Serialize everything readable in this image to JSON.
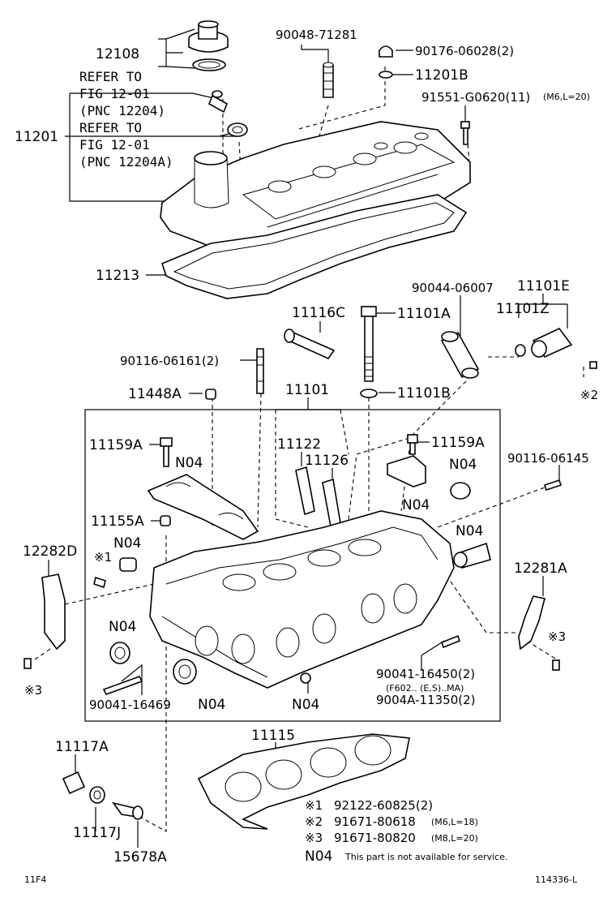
{
  "diagram": {
    "frame_code": "11F4",
    "figure_number": "114336-L",
    "labels": {
      "p12108": "12108",
      "refer1_a": "REFER TO",
      "refer1_b": "FIG 12-01",
      "refer1_c": "(PNC 12204)",
      "refer2_a": "REFER TO",
      "refer2_b": "FIG 12-01",
      "refer2_c": "(PNC 12204A)",
      "p11201": "11201",
      "p90048": "90048-71281",
      "p90176": "90176-06028(2)",
      "p11201b": "11201B",
      "p91551": "91551-G0620(11)",
      "p91551_note": "(M6,L=20)",
      "p11213": "11213",
      "p11101e": "11101E",
      "p90044": "90044-06007",
      "p11101z": "11101Z",
      "p11116c": "11116C",
      "p11101a": "11101A",
      "p90116_a": "90116-06161(2)",
      "p11448a": "11448A",
      "p11101": "11101",
      "p11101b": "11101B",
      "note2_left": "※2",
      "p11159a_l": "11159A",
      "p11122": "11122",
      "p11159a_r": "11159A",
      "n04_a": "N04",
      "p11126": "11126",
      "n04_b": "N04",
      "p90116_b": "90116-06145",
      "n04_c": "N04",
      "p11155a": "11155A",
      "n04_d": "N04",
      "n04_e": "N04",
      "p12282d": "12282D",
      "note1": "※1",
      "p12281a": "12281A",
      "n04_f": "N04",
      "note3_r": "※3",
      "note3_l": "※3",
      "p90041_a": "90041-16450(2)",
      "p90041_a_note": "(F602.. (E,S)..MA)",
      "p9004a": "9004A-11350(2)",
      "p90041_b": "90041-16469",
      "n04_g": "N04",
      "n04_h": "N04",
      "p11117a": "11117A",
      "p11115": "11115",
      "p11117j": "11117J",
      "p15678a": "15678A"
    },
    "legend": [
      {
        "mark": "※1",
        "code": "92122-60825(2)",
        "spec": ""
      },
      {
        "mark": "※2",
        "code": "91671-80618",
        "spec": "(M6,L=18)"
      },
      {
        "mark": "※3",
        "code": "91671-80820",
        "spec": "(M8,L=20)"
      }
    ],
    "n04_legend": {
      "mark": "N04",
      "text": "This part is not available for service."
    }
  }
}
